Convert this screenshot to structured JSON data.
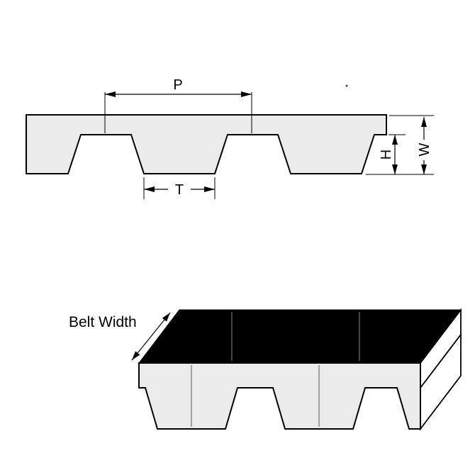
{
  "figure": {
    "cross_section": {
      "labels": {
        "pitch": "P",
        "tooth_width": "T",
        "tooth_height": "H",
        "belt_thickness": "W"
      }
    },
    "iso_view": {
      "width_label": "Belt Width"
    },
    "colors": {
      "belt_fill": "#ebebeb",
      "belt_top_face": "#000000",
      "outline": "#000000",
      "end_face": "#ffffff",
      "background": "#ffffff"
    }
  }
}
